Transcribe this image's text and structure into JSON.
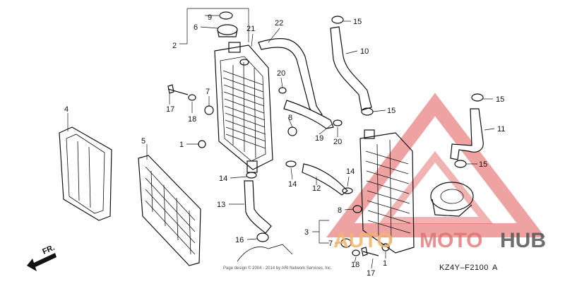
{
  "diagram": {
    "callouts": {
      "c1a": "1",
      "c1b": "1",
      "c2": "2",
      "c3": "3",
      "c4": "4",
      "c5": "5",
      "c6": "6",
      "c7a": "7",
      "c7b": "7",
      "c8a": "8",
      "c8b": "8",
      "c9": "9",
      "c10": "10",
      "c11": "11",
      "c12": "12",
      "c13": "13",
      "c14a": "14",
      "c14b": "14",
      "c14c": "14",
      "c15a": "15",
      "c15b": "15",
      "c15c": "15",
      "c15d": "15",
      "c16": "16",
      "c17a": "17",
      "c17b": "17",
      "c18a": "18",
      "c18b": "18",
      "c19": "19",
      "c20a": "20",
      "c20b": "20",
      "c21": "21",
      "c22": "22"
    },
    "front_label": "FR.",
    "diagram_code": "KZ4Y–F2100",
    "diagram_code_suffix": "A",
    "copyright": "Page design © 2004 - 2014 by ARI Network Services, Inc."
  },
  "watermark": {
    "part1": "AUTO",
    "part2": "MOTO",
    "part3": "HUB",
    "triangle_color": "#e05555",
    "auto_color": "#f2b56a",
    "hub_color": "#555555"
  }
}
